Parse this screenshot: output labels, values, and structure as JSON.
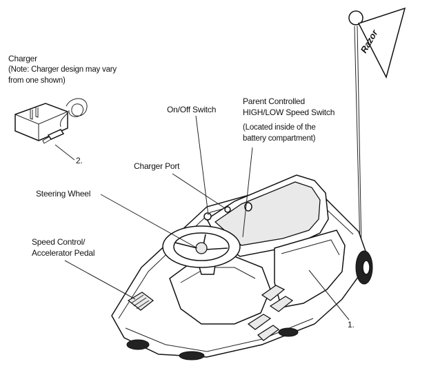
{
  "labels": {
    "charger": "Charger",
    "charger_note_1": "(Note: Charger design may vary",
    "charger_note_2": "from one shown)",
    "charger_number": "2.",
    "on_off_switch": "On/Off Switch",
    "parent_switch_1": "Parent Controlled",
    "parent_switch_2": "HIGH/LOW Speed Switch",
    "parent_switch_note_1": "(Located inside of the",
    "parent_switch_note_2": "battery compartment)",
    "charger_port": "Charger Port",
    "steering_wheel": "Steering Wheel",
    "speed_control_1": "Speed Control/",
    "speed_control_2": "Accelerator Pedal",
    "vehicle_number": "1.",
    "flag_text": "Razor"
  }
}
